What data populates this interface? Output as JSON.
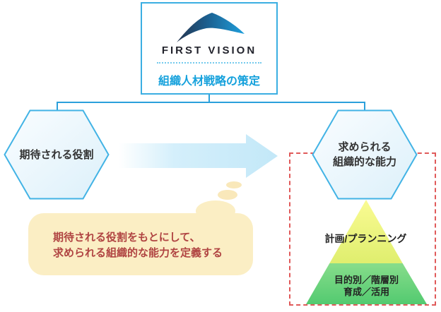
{
  "title_box": {
    "logo_text": "FIRST VISION",
    "subtitle": "組織人材戦略の策定"
  },
  "hexagons": {
    "left": {
      "label": "期待される役割"
    },
    "right": {
      "line1": "求められる",
      "line2": "組織的な能力"
    }
  },
  "speech_bubble": {
    "line1": "期待される役割をもとにして、",
    "line2": "求められる組織的な能力を定義する"
  },
  "pyramid": {
    "top_label": "計画/プランニング",
    "bottom_line1": "目的別／階層別",
    "bottom_line2": "育成／活用"
  },
  "colors": {
    "box_border_blue": "#3BAEE2",
    "subtitle_blue": "#15A1DC",
    "connector_blue": "#2BA0DB",
    "hexagon_border": "#42B3E5",
    "hexagon_fill_light": "#FAFDFF",
    "hexagon_fill_dark": "#DCF0FA",
    "arrow_blue": "#C3E8F8",
    "bubble_cream": "#FBEEC4",
    "bubble_text_red": "#B04442",
    "dashed_border_red": "#E05A5A",
    "pyramid_yellow_top": "#FAFB93",
    "pyramid_yellow_bottom": "#DFEE6E",
    "pyramid_green_top": "#87DD8B",
    "pyramid_green_bottom": "#53CA70",
    "logo_dark_navy": "#24344E",
    "logo_bright_blue": "#1E9FDC"
  }
}
